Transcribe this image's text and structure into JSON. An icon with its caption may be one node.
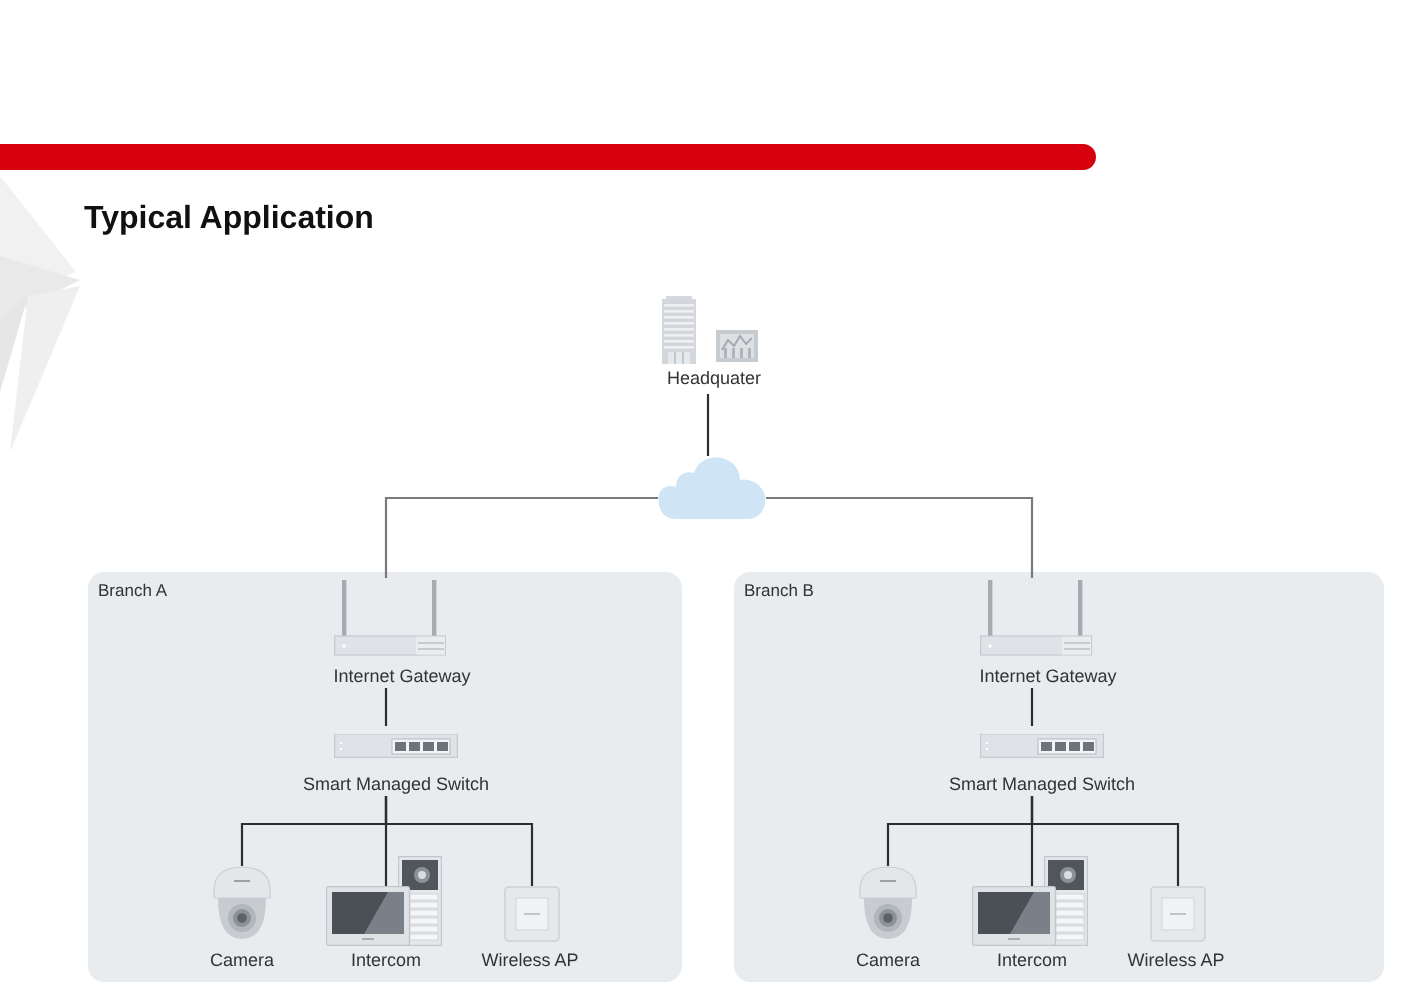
{
  "diagram": {
    "title": "Typical Application",
    "nodes": [
      {
        "text": [
          "Headquater"
        ]
      },
      {
        "text": [],
        "shape": "cloud"
      },
      {
        "text": [
          "Branch A"
        ]
      },
      {
        "text": [
          "Internet Gateway"
        ],
        "in": 2
      },
      {
        "text": [
          "Smart Managed Switch"
        ],
        "in": 2
      },
      {
        "text": [
          "Camera"
        ],
        "in": 2
      },
      {
        "text": [
          "Intercom"
        ],
        "in": 2
      },
      {
        "text": [
          "Wireless AP"
        ],
        "in": 2
      },
      {
        "text": [
          "Branch B"
        ]
      },
      {
        "text": [
          "Internet Gateway"
        ],
        "in": 8
      },
      {
        "text": [
          "Smart Managed Switch"
        ],
        "in": 8
      },
      {
        "text": [
          "Camera"
        ],
        "in": 8
      },
      {
        "text": [
          "Intercom"
        ],
        "in": 8
      },
      {
        "text": [
          "Wireless AP"
        ],
        "in": 8
      }
    ],
    "edges": [
      {
        "from": 0,
        "to": 1,
        "arrow": "none"
      },
      {
        "from": 1,
        "to": 3,
        "arrow": "none",
        "color": "#7a7a7a"
      },
      {
        "from": 1,
        "to": 9,
        "arrow": "none",
        "color": "#7a7a7a"
      },
      {
        "from": 3,
        "to": 4,
        "arrow": "none"
      },
      {
        "from": 4,
        "to": 5,
        "arrow": "none"
      },
      {
        "from": 4,
        "to": 6,
        "arrow": "none"
      },
      {
        "from": 4,
        "to": 7,
        "arrow": "none"
      },
      {
        "from": 9,
        "to": 10,
        "arrow": "none"
      },
      {
        "from": 10,
        "to": 11,
        "arrow": "none"
      },
      {
        "from": 10,
        "to": 12,
        "arrow": "none"
      },
      {
        "from": 10,
        "to": 13,
        "arrow": "none"
      }
    ]
  }
}
